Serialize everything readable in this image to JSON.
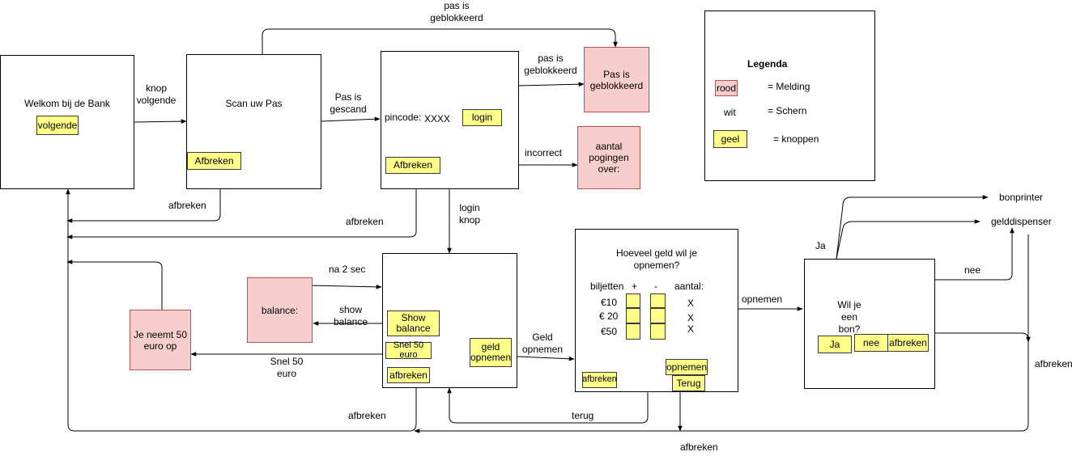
{
  "screens": {
    "welcome": {
      "title": "Welkom bij de Bank",
      "next_button": "volgende"
    },
    "scan": {
      "title": "Scan uw Pas",
      "cancel_button": "Afbreken"
    },
    "pin": {
      "pin_label": "pincode:",
      "pin_value": "XXXX",
      "login_button": "login",
      "cancel_button": "Afbreken"
    },
    "menu": {
      "show_balance_button": "Show balance",
      "fast50_button": "Snel 50 euro",
      "cancel_button": "afbreken",
      "withdraw_button": "geld opnemen"
    },
    "withdraw": {
      "question": "Hoeveel geld wil je opnemen?",
      "col_notes": "biljetten",
      "col_plus": "+",
      "col_minus": "-",
      "col_amount": "aantal:",
      "rows": [
        {
          "label": "€10",
          "count": "X"
        },
        {
          "label": "€ 20",
          "count": "X"
        },
        {
          "label": "€50",
          "count": "X"
        }
      ],
      "cancel_button": "afbreken",
      "withdraw_button": "opnemen",
      "back_button": "Terug"
    },
    "receipt": {
      "question": "Wil je een bon?",
      "yes_button": "Ja",
      "no_button": "nee",
      "cancel_button": "afbreken"
    }
  },
  "messages": {
    "blocked": "Pas is geblokkeerd",
    "attempts": "aantal pogingen over:",
    "balance": "balance:",
    "fast50": "Je neemt 50 euro op"
  },
  "legend": {
    "title": "Legenda",
    "items": [
      {
        "sample": "rood",
        "meaning": "= Melding"
      },
      {
        "sample": "wit",
        "meaning": "= Schern"
      },
      {
        "sample": "geel",
        "meaning": "= knoppen"
      }
    ]
  },
  "outputs": {
    "printer": "bonprinter",
    "dispenser": "gelddispenser"
  },
  "edges": {
    "next": "knop volgende",
    "scanned": "Pas is gescand",
    "blocked_top": "pas is geblokkeerd",
    "blocked_right": "pas is geblokkeerd",
    "incorrect": "incorrect",
    "cancel_scan": "afbreken",
    "cancel_pin": "afbreken",
    "login": "login knop",
    "after2": "na 2 sec",
    "show_balance": "show balance",
    "fast50": "Snel 50 euro",
    "withdraw": "Geld opnemen",
    "cancel_menu": "afbreken",
    "back": "terug",
    "withdraw_go": "opnemen",
    "yes": "Ja",
    "no": "nee",
    "cancel_receipt": "afbreken",
    "cancel_bottom": "afbreken"
  },
  "colors": {
    "message_fill": "#f8cecc",
    "message_border": "#b85450",
    "button_fill": "#ffff88",
    "button_border": "#36393d",
    "screen_fill": "#ffffff"
  }
}
